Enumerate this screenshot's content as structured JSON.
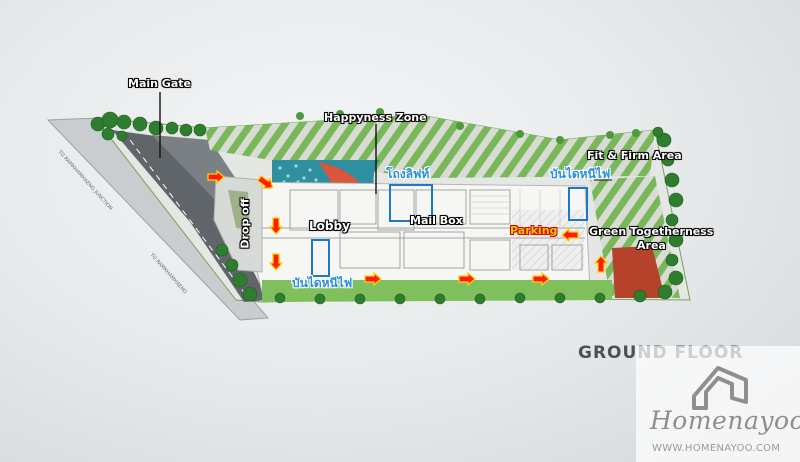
{
  "plan": {
    "floor_title": "GROUND FLOOR",
    "labels": {
      "main_gate": "Main Gate",
      "happyness_zone": "Happyness Zone",
      "fit_firm": "Fit & Firm Area",
      "drop_off": "Drop off",
      "lobby": "Lobby",
      "lift_lobby": "โถงลิฟท์",
      "mail_box": "Mail Box",
      "fire_stair_right": "บันไดหนีไฟ",
      "fire_stair_bottom": "บันไดหนีไฟ",
      "parking": "Parking",
      "green_together_1": "Green Togetherness",
      "green_together_2": "Area"
    },
    "colors": {
      "lawn": "#6fb34a",
      "trees": "#2f7d2f",
      "arrow_fill": "#ff1a00",
      "arrow_stroke": "#ffd000",
      "highlight_box": "#1e78c8",
      "pool": "#2f8fa0"
    }
  },
  "watermark": {
    "brand": "Homenayoo",
    "url": "WWW.HOMENAYOO.COM"
  }
}
